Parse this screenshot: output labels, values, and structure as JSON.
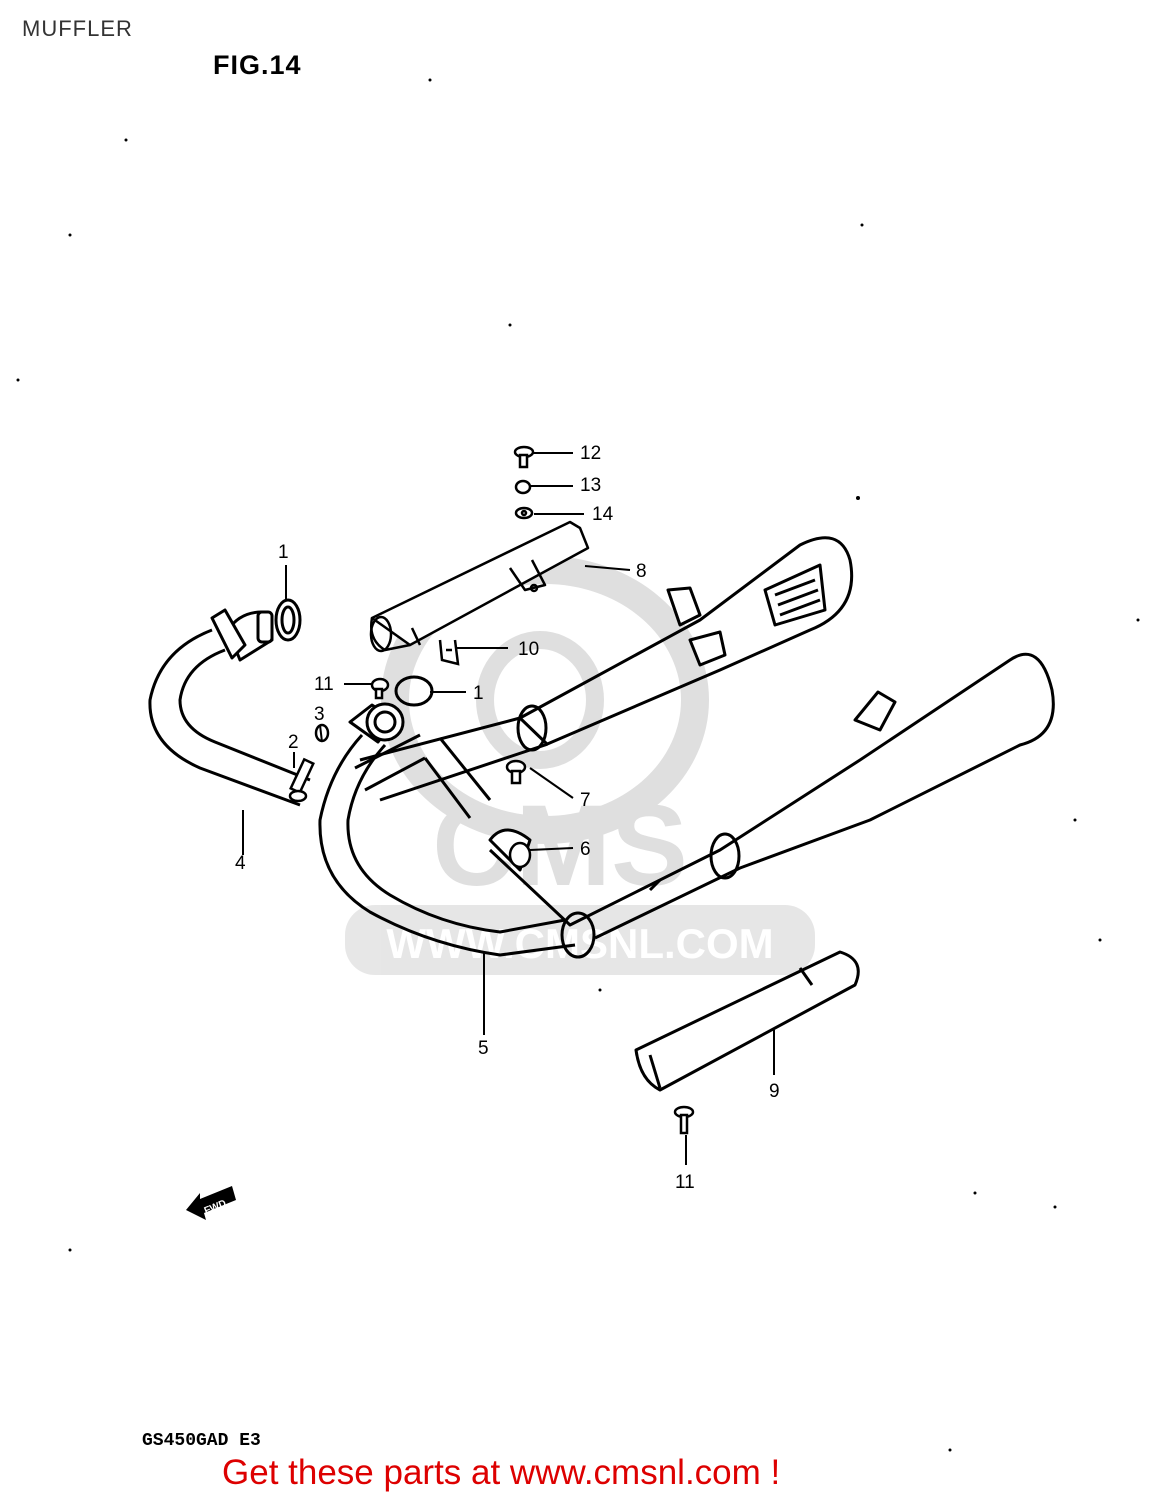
{
  "header": {
    "title": "MUFFLER"
  },
  "figure": {
    "label": "FIG.14",
    "model_code": "GS450GAD E3"
  },
  "watermark": {
    "brand": "CMS",
    "url": "WWW.CMSNL.COM"
  },
  "fwd_marker": "FWD",
  "callouts": {
    "c1a": "1",
    "c1b": "1",
    "c2": "2",
    "c3": "3",
    "c4": "4",
    "c5": "5",
    "c6": "6",
    "c7": "7",
    "c8": "8",
    "c9": "9",
    "c10": "10",
    "c11a": "11",
    "c11b": "11",
    "c12": "12",
    "c13": "13",
    "c14": "14"
  },
  "footer": {
    "cta": "Get these parts at www.cmsnl.com !"
  },
  "colors": {
    "cta": "#dd0000",
    "line": "#000000",
    "watermark": "#d9d9d9"
  }
}
